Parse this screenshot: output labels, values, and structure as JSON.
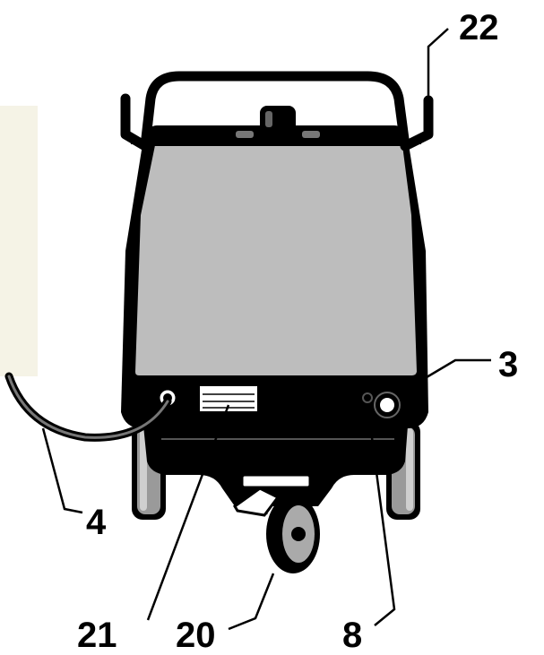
{
  "colors": {
    "background": "#ffffff",
    "outline": "#000000",
    "panel": "#bdbdbd",
    "left_panel": "#f5f3e6"
  },
  "callouts": [
    {
      "id": "handle",
      "label": "22"
    },
    {
      "id": "outlet",
      "label": "3"
    },
    {
      "id": "hose",
      "label": "4"
    },
    {
      "id": "type-plate",
      "label": "21"
    },
    {
      "id": "castor-wheel",
      "label": "20"
    },
    {
      "id": "small-port",
      "label": "8"
    }
  ]
}
